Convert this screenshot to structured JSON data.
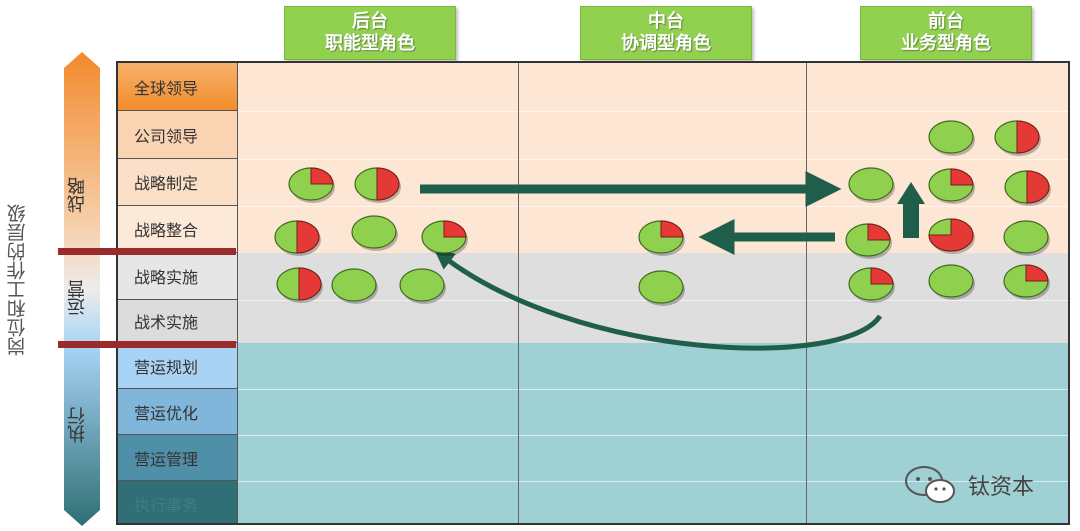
{
  "side_title": "岗位和工作的层级",
  "level_labels": {
    "strategy": "战略",
    "operation": "运营",
    "execution": "执行"
  },
  "columns": [
    {
      "line1": "后台",
      "line2": "职能型角色"
    },
    {
      "line1": "中台",
      "line2": "协调型角色"
    },
    {
      "line1": "前台",
      "line2": "业务型角色"
    }
  ],
  "rows": [
    "全球领导",
    "公司领导",
    "战略制定",
    "战略整合",
    "战略实施",
    "战术实施",
    "营运规划",
    "营运优化",
    "营运管理",
    "执行事务"
  ],
  "watermark": "钛资本",
  "colors": {
    "header_green": "#92d050",
    "pie_green": "#8fd14f",
    "pie_red": "#e53935",
    "arrow": "#1f5e4a",
    "strategy_bg": "#fde6d4",
    "operation_bg": "#e0e0e0",
    "execution_bg": "#9fd0d4"
  },
  "pies": [
    {
      "red": 0.25
    },
    {
      "red": 0.5
    },
    {
      "red": 0.5
    },
    {
      "red": 0
    },
    {
      "red": 0.25
    },
    {
      "red": 0.5
    },
    {
      "red": 0
    },
    {
      "red": 0
    },
    {
      "red": 0.25
    },
    {
      "red": 0
    },
    {
      "red": 0
    },
    {
      "red": 0.5
    },
    {
      "red": 0
    },
    {
      "red": 0.25
    },
    {
      "red": 0.5
    },
    {
      "red": 0.25
    },
    {
      "red": 0.75
    },
    {
      "red": 0
    },
    {
      "red": 0.25
    },
    {
      "red": 0
    },
    {
      "red": 0.25
    }
  ]
}
